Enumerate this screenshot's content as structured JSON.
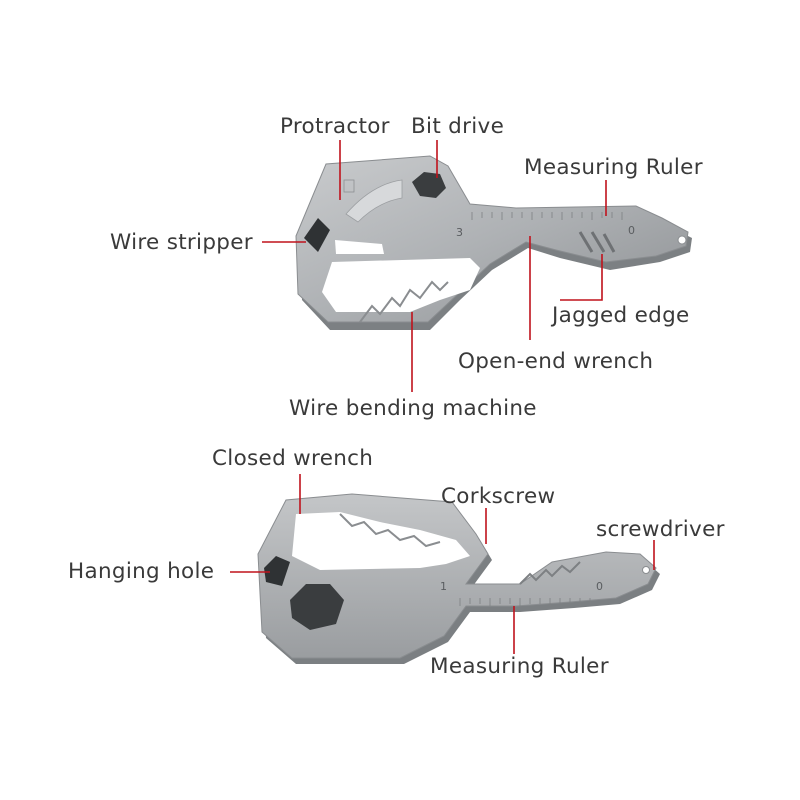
{
  "tool_top": {
    "labels": {
      "protractor": "Protractor",
      "bit_drive": "Bit drive",
      "measuring_ruler": "Measuring Ruler",
      "wire_stripper": "Wire stripper",
      "jagged_edge": "Jagged edge",
      "open_end_wrench": "Open-end wrench",
      "wire_bending_machine": "Wire bending machine"
    },
    "ruler_numbers": {
      "left": "3",
      "right": "0"
    }
  },
  "tool_bottom": {
    "labels": {
      "closed_wrench": "Closed wrench",
      "corkscrew": "Corkscrew",
      "screwdriver": "screwdriver",
      "hanging_hole": "Hanging hole",
      "measuring_ruler": "Measuring Ruler"
    },
    "ruler_numbers": {
      "left": "1",
      "right": "0"
    }
  },
  "colors": {
    "leader_line": "#c0121c",
    "label_text": "#3a3a3a",
    "metal_light": "#b9bcbf",
    "metal_dark": "#6f7376"
  }
}
